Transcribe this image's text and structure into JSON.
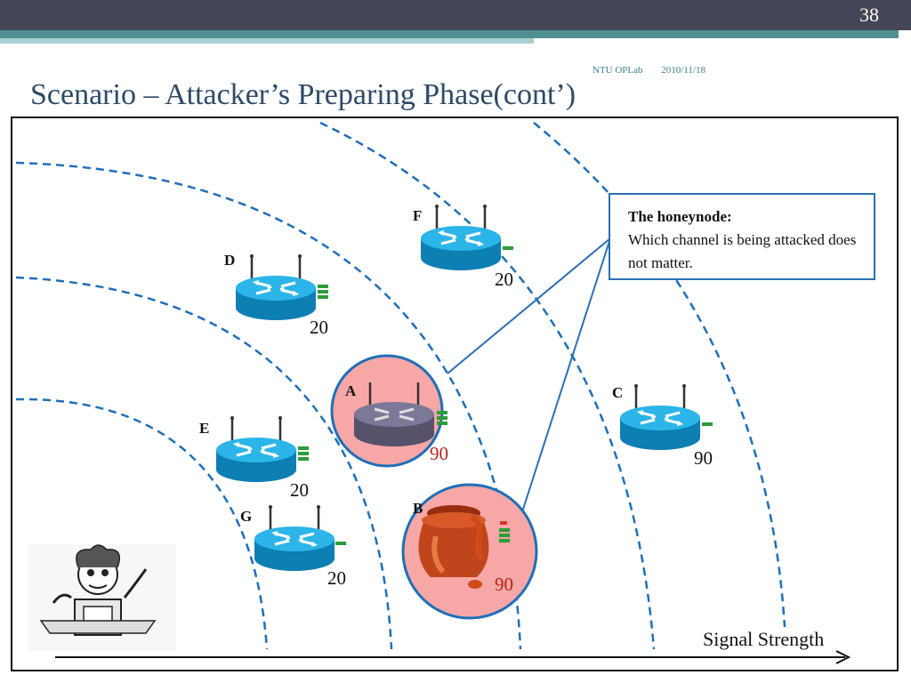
{
  "slide": {
    "number": "38",
    "meta_org": "NTU OPLab",
    "meta_date": "2010/11/18",
    "title": "Scenario – Attacker’s Preparing Phase(cont’)"
  },
  "nodes": [
    {
      "id": "F",
      "label": "F",
      "value": "20"
    },
    {
      "id": "D",
      "label": "D",
      "value": "20"
    },
    {
      "id": "A",
      "label": "A",
      "value": "90"
    },
    {
      "id": "C",
      "label": "C",
      "value": "90"
    },
    {
      "id": "E",
      "label": "E",
      "value": "20"
    },
    {
      "id": "G",
      "label": "G",
      "value": "20"
    },
    {
      "id": "B",
      "label": "B",
      "value": "90"
    }
  ],
  "callout": {
    "heading": "The honeynode:",
    "body": "Which  channel is being attacked does not matter."
  },
  "axis": {
    "label": "Signal Strength"
  },
  "colors": {
    "router_blue": "#1fa7d8",
    "honey_circle": "#f4a3a3",
    "dashed_arc": "#1e6fb8",
    "signal_green": "#2a9d3a",
    "signal_red": "#d9342b"
  },
  "icons": [
    "router-icon",
    "honey-pot-icon",
    "attacker-icon",
    "arrow-right-icon"
  ]
}
